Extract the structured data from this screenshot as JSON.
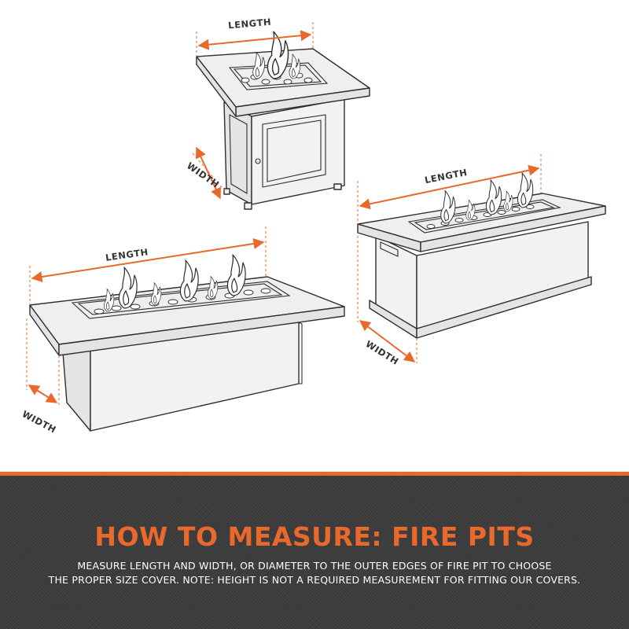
{
  "footer": {
    "title": "HOW TO MEASURE: FIRE PITS",
    "description_line1": "MEASURE LENGTH AND WIDTH, OR DIAMETER TO THE OUTER EDGES OF FIRE PIT TO CHOOSE",
    "description_line2": "THE PROPER SIZE COVER. NOTE: HEIGHT IS NOT A REQUIRED MEASUREMENT FOR FITTING OUR COVERS."
  },
  "labels": {
    "square_length": "LENGTH",
    "square_width": "WIDTH",
    "trough_length": "LENGTH",
    "trough_width": "WIDTH",
    "table_length": "LENGTH",
    "table_width": "WIDTH"
  },
  "colors": {
    "accent": "#e8692b",
    "footer_bg": "#3d3d3d",
    "text_light": "#ffffff",
    "line": "#2e2e2e"
  }
}
